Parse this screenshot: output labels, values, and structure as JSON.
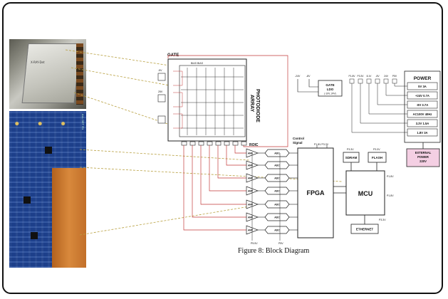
{
  "photos": {
    "top_sticker": "X-RAY-Det",
    "board_label": "ALL DET R1"
  },
  "labels": {
    "gate": "GATE",
    "roic": "ROIC",
    "photodiode_array_1": "PHOTODIODE",
    "photodiode_array_2": "ARRAY",
    "control_signal_1": "Control",
    "control_signal_2": "Signal",
    "fpga": "FPGA",
    "mcu": "MCU",
    "sdram": "SDRAM",
    "flash": "FLASH",
    "ethernet": "ETHERNET",
    "gate_ldo_1": "GATE",
    "gate_ldo_2": "LDO",
    "gate_ldo_3": "(-10V, 24V)",
    "power_title": "POWER",
    "external_power_1": "EXTERNAL",
    "external_power_2": "POWER",
    "external_power_3": "220V",
    "amp": "AMP",
    "adc": "ADC",
    "fpga_rails": "P1.8V  P3.3V",
    "mcu_rail_sdram": "P3.3V",
    "mcu_rail_flash": "P3.3V",
    "mcu_rail_1": "P1.8V",
    "mcu_rail_2": "P1.8V",
    "mcu_rail_3": "P3.3V",
    "amp_rail": "P5.5V",
    "adc_rail": "P5V",
    "ldo_in_1": "-24V",
    "ldo_in_2": "-8V",
    "gate_v1": "-5V",
    "gate_v2": "25V",
    "array_top": "BIAS  BIAS",
    "caption": "Figure 8: Block Diagram"
  },
  "power_rails": [
    "5V 3A",
    "+24V 0.7A",
    "-8V 3.7A",
    "AC100V 40Hz",
    "3.3V 1.5A",
    "1.8V 3A"
  ],
  "power_taps": [
    "P1.8V",
    "P3.3V",
    "8.1V",
    "-8V",
    "24V",
    "P5V"
  ],
  "colors": {
    "wire": "#c23a3a",
    "line": "#222222",
    "leader": "#b8a040",
    "frame": "#111111",
    "board": "#1d3f8a"
  }
}
